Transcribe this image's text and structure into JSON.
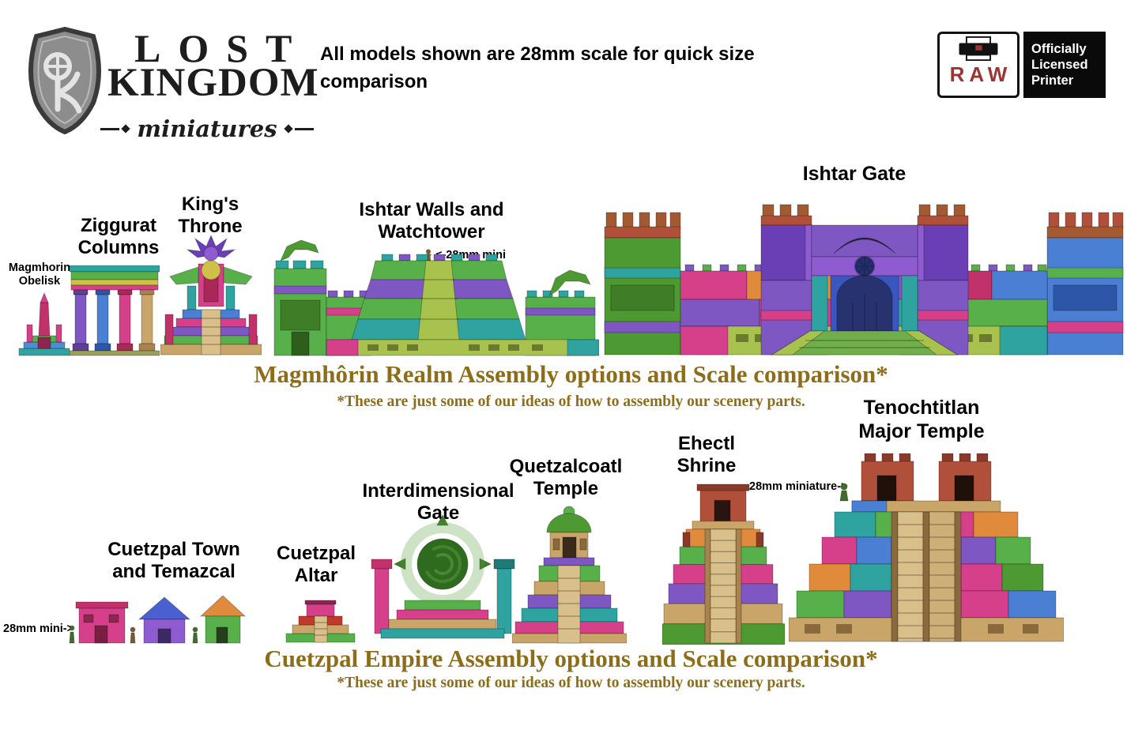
{
  "logo": {
    "title_line1": "LOST",
    "title_line2": "KINGDOM",
    "subtitle": "miniatures"
  },
  "header": {
    "note": "All models shown are 28mm scale for quick size comparison"
  },
  "license_badge": {
    "brand": "RAW",
    "label": "Officially Licensed Printer"
  },
  "magmhorin": {
    "labels": {
      "obelisk": "Magmhorin Obelisk",
      "ziggurat_columns": "Ziggurat Columns",
      "kings_throne": "King's Throne",
      "ishtar_walls": "Ishtar Walls and Watchtower",
      "ishtar_gate": "Ishtar Gate"
    },
    "annotation_mini": "<-28mm mini",
    "caption": "Magmhôrin Realm Assembly options and Scale comparison*",
    "subcaption": "*These are just some of our ideas of how to assembly our scenery parts."
  },
  "cuetzpal": {
    "labels": {
      "town": "Cuetzpal Town and Temazcal",
      "altar": "Cuetzpal Altar",
      "interdimensional_gate": "Interdimensional Gate",
      "quetzalcoatl_temple": "Quetzalcoatl Temple",
      "ehectl_shrine": "Ehectl Shrine",
      "tenochtitlan_temple": "Tenochtitlan Major Temple"
    },
    "annotation_miniature": "28mm miniature->",
    "annotation_mini": "28mm mini->",
    "caption": "Cuetzpal Empire Assembly options and Scale comparison*",
    "subcaption": "*These are just some of our ideas of how to assembly our scenery parts."
  },
  "colors": {
    "caption_text": "#8d6d1a",
    "label_text": "#000000",
    "raw_red": "#9c3434",
    "badge_bg": "#0a0a0a",
    "badge_fg": "#ffffff",
    "logo_ink": "#1d1d1d"
  },
  "icons": {
    "logo_shield_icon": "shield-with-crosshair-monogram",
    "printer_icon": "3d-printer",
    "mini_figure_icon": "28mm-miniature-figure",
    "flourish_icon": "diamond-rule"
  }
}
